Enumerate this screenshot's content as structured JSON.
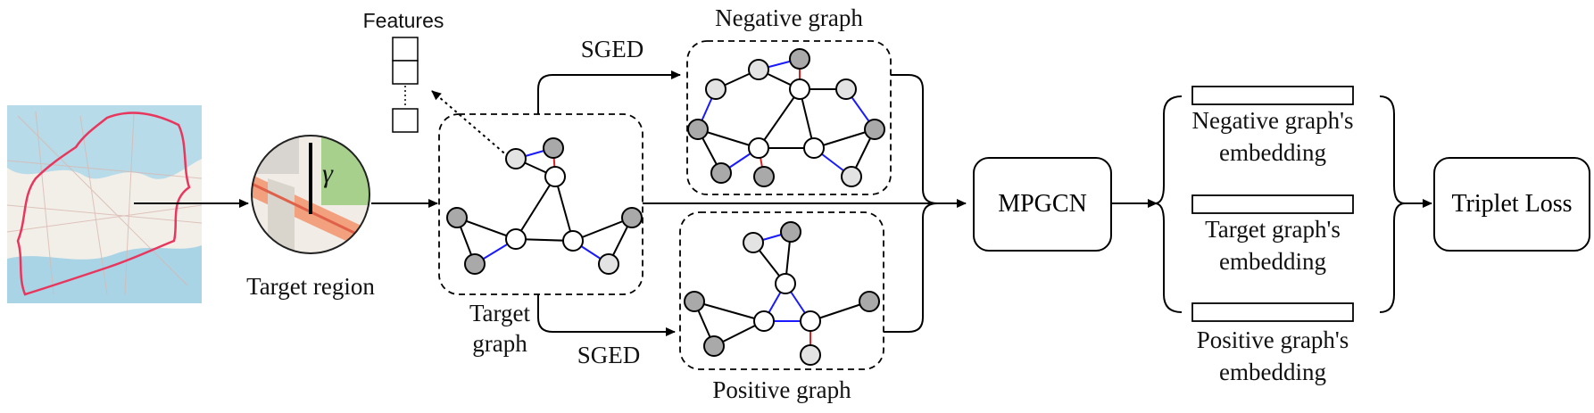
{
  "features_label": "Features",
  "sged_top": "SGED",
  "sged_bottom": "SGED",
  "negative_graph_title": "Negative graph",
  "positive_graph_title": "Positive graph",
  "target_region_label": "Target region",
  "gamma_symbol": "γ",
  "target_graph_label": [
    "Target",
    "graph"
  ],
  "mpgcn_label": "MPGCN",
  "triplet_loss_label": "Triplet Loss",
  "embeddings": [
    {
      "line1": "Negative graph's",
      "line2": "embedding"
    },
    {
      "line1": "Target graph's",
      "line2": "embedding"
    },
    {
      "line1": "Positive graph's",
      "line2": "embedding"
    }
  ],
  "colors": {
    "edge_black": "#000000",
    "edge_blue": "#1a1aff",
    "edge_red": "#e02020",
    "node_white": "#ffffff",
    "node_light": "#e3e3e3",
    "node_gray": "#a9a9a9",
    "map_border": "#e8365d",
    "map_water": "#a9d4e6",
    "map_land": "#f0ece6"
  }
}
